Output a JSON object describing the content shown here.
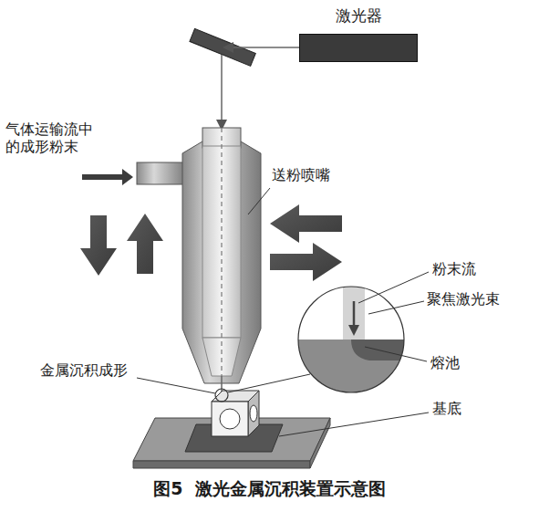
{
  "diagram": {
    "caption": "图5  激光金属沉积装置示意图",
    "nodes": [
      {
        "text": [
          "激光器"
        ]
      }
    ],
    "labels": [
      "气体运输流中的成形粉末",
      "送粉喷嘴",
      "粉末流",
      "聚焦激光束",
      "熔池",
      "金属沉积成形",
      "基底"
    ]
  }
}
